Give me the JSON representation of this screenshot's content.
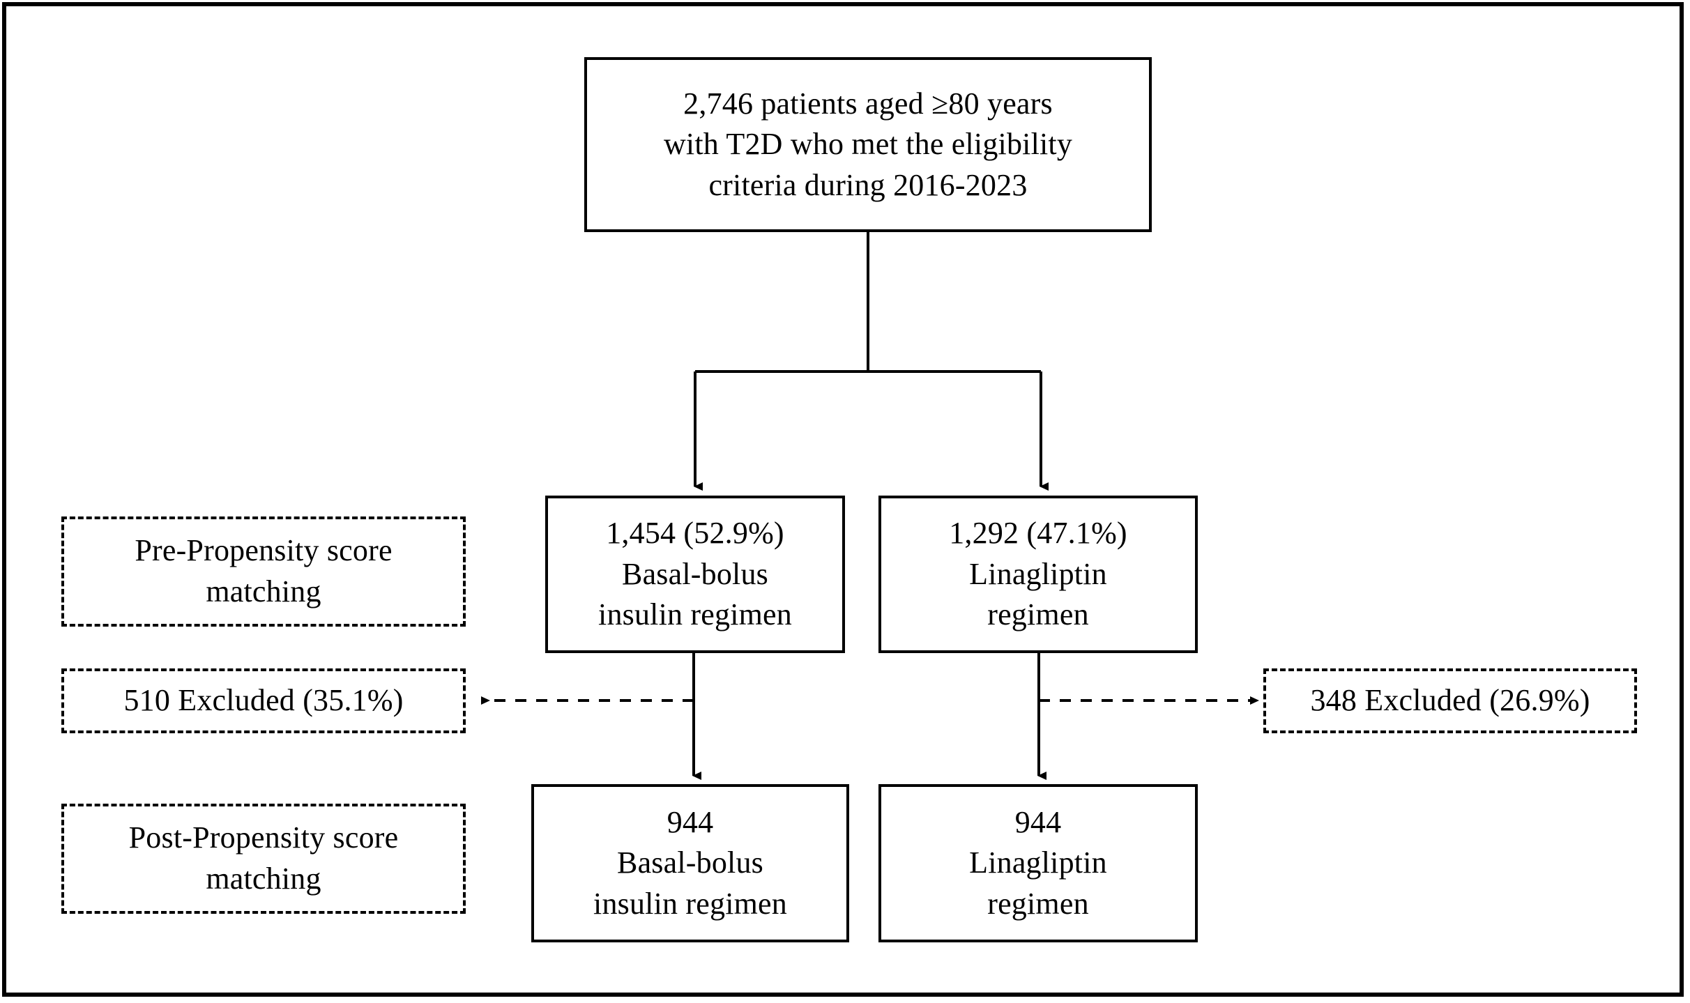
{
  "figure": {
    "kind": "study-flow-diagram",
    "frame_color": "#000000",
    "text_color": "#000000",
    "background": "#ffffff"
  },
  "nodes": {
    "top_cohort": {
      "style": "solid",
      "lines": [
        "2,746 patients aged ≥80 years",
        "with T2D who met the eligibility",
        "criteria during 2016-2023"
      ]
    },
    "pre_ps_label": {
      "style": "dashed",
      "lines": [
        "Pre-Propensity score",
        "matching"
      ]
    },
    "basal_pre": {
      "style": "solid",
      "lines": [
        "1,454 (52.9%)",
        "Basal-bolus",
        "insulin regimen"
      ]
    },
    "linagliptin_pre": {
      "style": "solid",
      "lines": [
        "1,292 (47.1%)",
        "Linagliptin",
        "regimen"
      ]
    },
    "excluded_left": {
      "style": "dashed",
      "lines": [
        "510 Excluded (35.1%)"
      ]
    },
    "excluded_right": {
      "style": "dashed",
      "lines": [
        "348 Excluded (26.9%)"
      ]
    },
    "post_ps_label": {
      "style": "dashed",
      "lines": [
        "Post-Propensity score",
        "matching"
      ]
    },
    "basal_post": {
      "style": "solid",
      "lines": [
        "944",
        "Basal-bolus",
        "insulin regimen"
      ]
    },
    "linagliptin_post": {
      "style": "solid",
      "lines": [
        "944",
        "Linagliptin",
        "regimen"
      ]
    }
  },
  "connectors": [
    {
      "name": "top-to-split",
      "from": "top_cohort",
      "to": "split-junction",
      "style": "solid",
      "arrow": false
    },
    {
      "name": "split-to-basal-pre",
      "from": "split-junction",
      "to": "basal_pre",
      "style": "solid",
      "arrow": true
    },
    {
      "name": "split-to-linagliptin-pre",
      "from": "split-junction",
      "to": "linagliptin_pre",
      "style": "solid",
      "arrow": true
    },
    {
      "name": "basal-pre-to-basal-post",
      "from": "basal_pre",
      "to": "basal_post",
      "style": "solid",
      "arrow": true
    },
    {
      "name": "linagliptin-pre-to-linagliptin-post",
      "from": "linagliptin_pre",
      "to": "linagliptin_post",
      "style": "solid",
      "arrow": true
    },
    {
      "name": "basal-to-excluded-left",
      "from": "basal_pre",
      "to": "excluded_left",
      "style": "dashed",
      "arrow": true,
      "direction": "left"
    },
    {
      "name": "linagliptin-to-excluded-right",
      "from": "linagliptin_pre",
      "to": "excluded_right",
      "style": "dashed",
      "arrow": true,
      "direction": "right"
    }
  ]
}
